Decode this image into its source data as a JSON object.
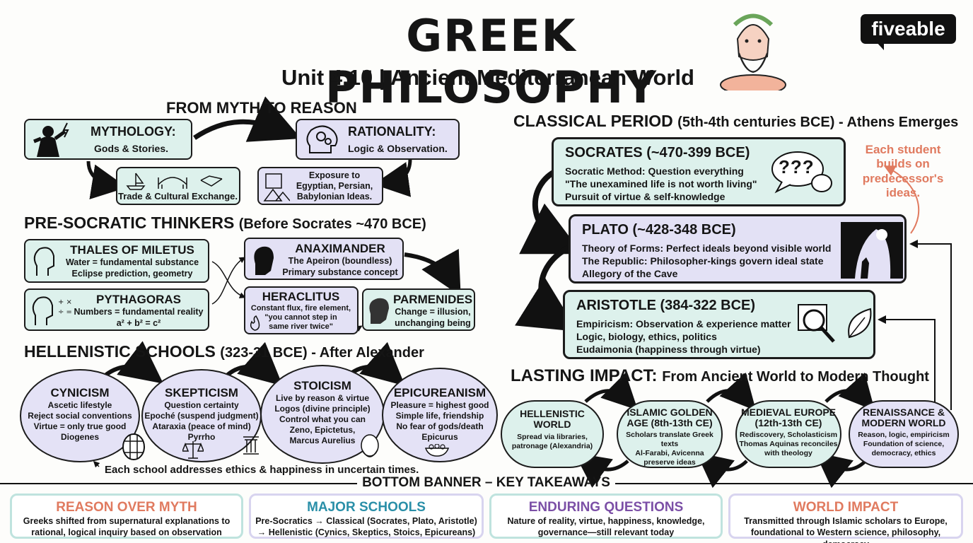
{
  "header": {
    "title": "GREEK PHILOSOPHY",
    "subtitle": "Unit 4.10 | Ancient Mediterranean World",
    "logo": "fiveable"
  },
  "myth_to_reason": {
    "title": "FROM MYTH TO REASON",
    "mythology": {
      "head": "MYTHOLOGY:",
      "text": "Gods & Stories."
    },
    "rationality": {
      "head": "RATIONALITY:",
      "text": "Logic & Observation."
    },
    "trade": "Trade & Cultural Exchange.",
    "exposure": [
      "Exposure to",
      "Egyptian, Persian,",
      "Babylonian Ideas."
    ]
  },
  "presocratic": {
    "title": "PRE-SOCRATIC THINKERS",
    "subtitle": "(Before Socrates ~470 BCE)",
    "thales": {
      "head": "THALES OF MILETUS",
      "lines": [
        "Water = fundamental substance",
        "Eclipse prediction, geometry"
      ]
    },
    "pythagoras": {
      "head": "PYTHAGORAS",
      "lines": [
        "Numbers = fundamental reality",
        "a² + b² = c²"
      ]
    },
    "anaximander": {
      "head": "ANAXIMANDER",
      "lines": [
        "The Apeiron (boundless)",
        "Primary substance concept"
      ]
    },
    "heraclitus": {
      "head": "HERACLITUS",
      "lines": [
        "Constant flux, fire element,",
        "\"you cannot step in",
        "same river twice\""
      ]
    },
    "parmenides": {
      "head": "PARMENIDES",
      "lines": [
        "Change = illusion,",
        "unchanging being"
      ]
    }
  },
  "hellenistic": {
    "title": "HELLENISTIC SCHOOLS",
    "subtitle": "(323-31 BCE) - After Alexander",
    "schools": [
      {
        "head": "CYNICISM",
        "lines": [
          "Ascetic lifestyle",
          "Reject social conventions",
          "Virtue = only true good",
          "Diogenes"
        ]
      },
      {
        "head": "SKEPTICISM",
        "lines": [
          "Question certainty",
          "Epoché (suspend judgment)",
          "Ataraxia (peace of mind)",
          "Pyrrho"
        ]
      },
      {
        "head": "STOICISM",
        "lines": [
          "Live by reason & virtue",
          "Logos (divine principle)",
          "Control what you can",
          "Zeno, Epictetus,",
          "Marcus Aurelius"
        ]
      },
      {
        "head": "EPICUREANISM",
        "lines": [
          "Pleasure = highest good",
          "Simple life, friendship",
          "No fear of gods/death",
          "Epicurus"
        ]
      }
    ],
    "note": "Each school addresses ethics & happiness in uncertain times."
  },
  "classical": {
    "title": "CLASSICAL PERIOD",
    "subtitle": "(5th-4th centuries BCE) - Athens Emerges",
    "note": [
      "Each student",
      "builds on",
      "predecessor's",
      "ideas."
    ],
    "socrates": {
      "head": "SOCRATES (~470-399 BCE)",
      "lines": [
        "Socratic Method: Question everything",
        "\"The unexamined life is not worth living\"",
        "Pursuit of virtue & self-knowledge"
      ]
    },
    "plato": {
      "head": "PLATO (~428-348 BCE)",
      "lines": [
        "Theory of Forms: Perfect ideals beyond visible world",
        "The Republic: Philosopher-kings govern ideal state",
        "Allegory of the Cave"
      ]
    },
    "aristotle": {
      "head": "ARISTOTLE (384-322 BCE)",
      "lines": [
        "Empiricism: Observation & experience matter",
        "Logic, biology, ethics, politics",
        "Eudaimonia (happiness through virtue)"
      ]
    },
    "question_marks": "???"
  },
  "impact": {
    "title": "LASTING IMPACT:",
    "subtitle": "From Ancient World to Modern Thought",
    "stages": [
      {
        "head": [
          "HELLENISTIC",
          "WORLD"
        ],
        "lines": [
          "Spread via libraries,",
          "patronage (Alexandria)"
        ]
      },
      {
        "head": [
          "ISLAMIC GOLDEN",
          "AGE (8th-13th CE)"
        ],
        "lines": [
          "Scholars translate Greek texts",
          "Al-Farabi, Avicenna",
          "preserve ideas"
        ]
      },
      {
        "head": [
          "MEDIEVAL EUROPE",
          "(12th-13th CE)"
        ],
        "lines": [
          "Rediscovery, Scholasticism",
          "Thomas Aquinas reconciles",
          "with theology"
        ]
      },
      {
        "head": [
          "RENAISSANCE &",
          "MODERN WORLD"
        ],
        "lines": [
          "Reason, logic, empiricism",
          "Foundation of science,",
          "democracy, ethics"
        ]
      }
    ]
  },
  "banner": {
    "title": "BOTTOM BANNER – KEY TAKEAWAYS",
    "items": [
      {
        "head": "REASON OVER MYTH",
        "lines": [
          "Greeks shifted from supernatural explanations to",
          "rational, logical inquiry based on observation"
        ],
        "color": "#e07a5f"
      },
      {
        "head": "MAJOR SCHOOLS",
        "lines": [
          "Pre-Socratics → Classical (Socrates, Plato, Aristotle)",
          "→ Hellenistic (Cynics, Skeptics, Stoics, Epicureans)"
        ],
        "color": "#2a8fa8"
      },
      {
        "head": "ENDURING QUESTIONS",
        "lines": [
          "Nature of reality, virtue, happiness, knowledge,",
          "governance—still relevant today"
        ],
        "color": "#7b4fa6"
      },
      {
        "head": "WORLD IMPACT",
        "lines": [
          "Transmitted through Islamic scholars to Europe,",
          "foundational to Western science, philosophy, democracy"
        ],
        "color": "#e07a5f"
      }
    ]
  },
  "colors": {
    "teal": "#ddf1ec",
    "lavender": "#e3e1f5",
    "salmon": "#e07a5f",
    "ink": "#1c1c1c"
  }
}
